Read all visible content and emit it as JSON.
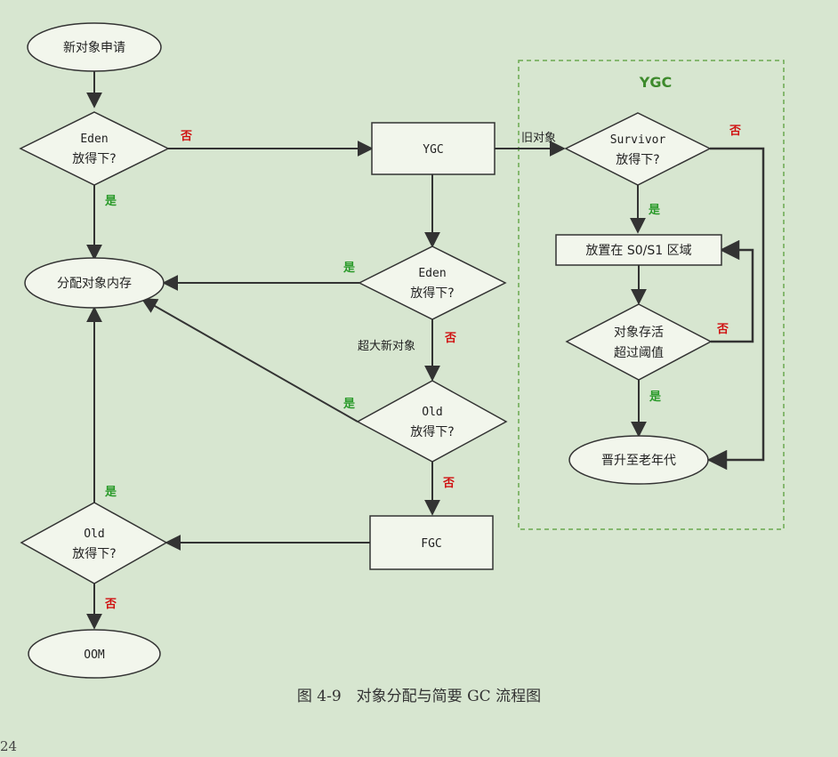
{
  "nodes": {
    "start": "新对象申请",
    "eden_check_1": [
      "Eden",
      "放得下?"
    ],
    "ygc": "YGC",
    "allocate": "分配对象内存",
    "eden_check_2": [
      "Eden",
      "放得下?"
    ],
    "old_check_1": [
      "Old",
      "放得下?"
    ],
    "fgc": "FGC",
    "old_check_2": [
      "Old",
      "放得下?"
    ],
    "oom": "OOM",
    "survivor_check": [
      "Survivor",
      "放得下?"
    ],
    "place_s0s1": "放置在 S0/S1 区域",
    "survive_check": [
      "对象存活",
      "超过阈值"
    ],
    "promote": "晋升至老年代"
  },
  "region": {
    "title": "YGC"
  },
  "edge_labels": {
    "yes": "是",
    "no": "否",
    "old_object": "旧对象",
    "huge_object": "超大新对象"
  },
  "caption": "图 4-9　对象分配与简要 GC 流程图",
  "page_number": "24",
  "colors": {
    "background": "#d7e6d0",
    "yes": "#2a9a2a",
    "no": "#d01010",
    "region_border": "#6aa84f",
    "stroke": "#333333"
  }
}
